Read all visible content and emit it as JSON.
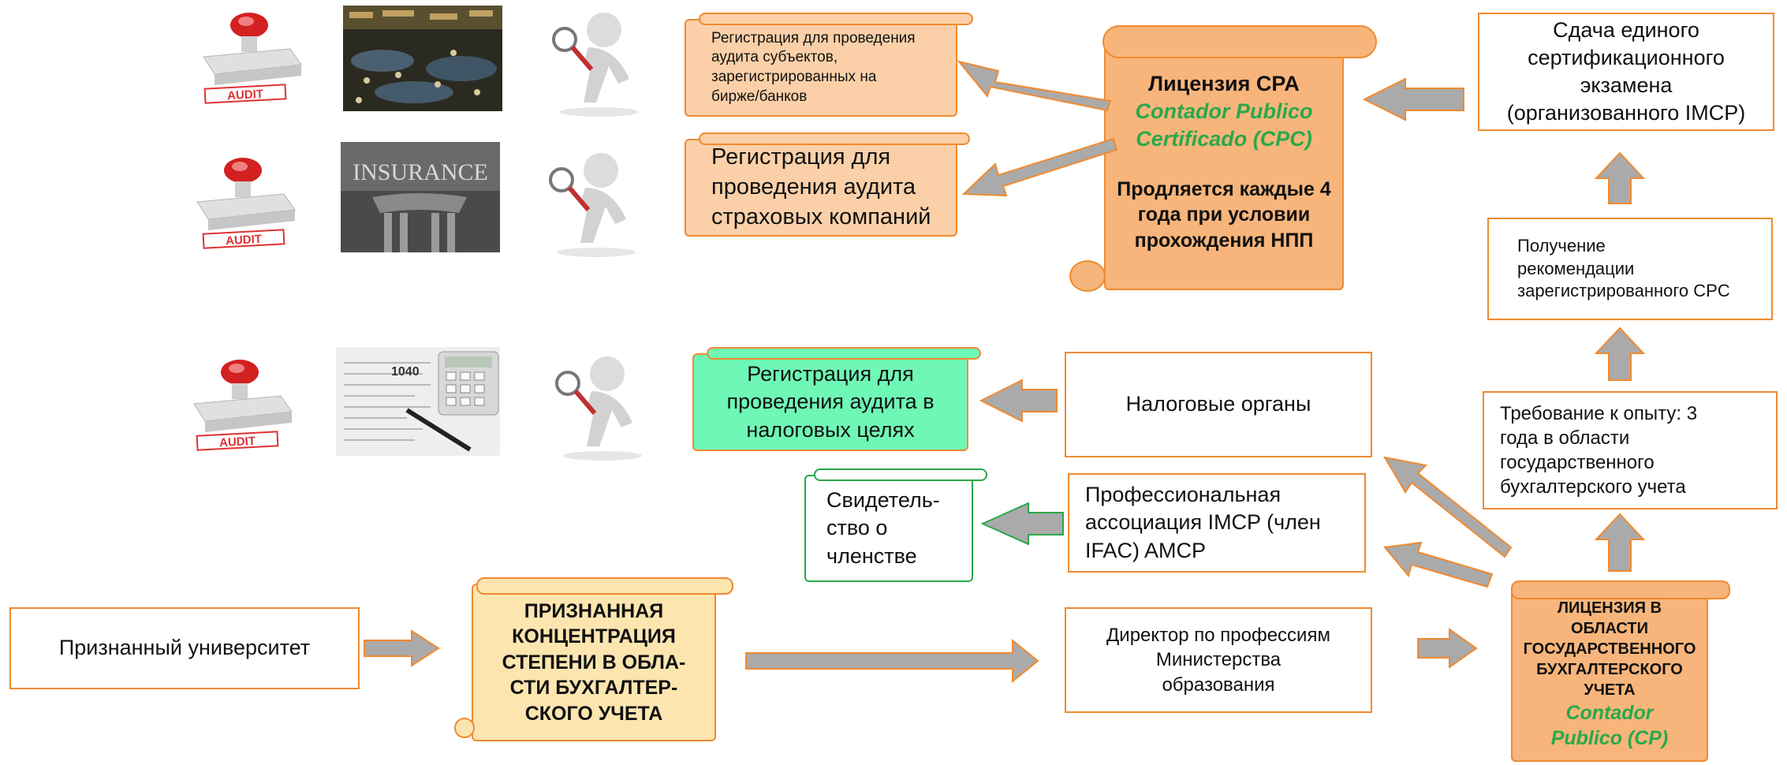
{
  "stamp_text": "AUDIT",
  "insurance_photo_text": "INSURANCE",
  "tax_form_text": "1040",
  "nodes": {
    "reg_stock": "Регистрация для проведения\nаудита субъектов,\nзарегистрированных на\nбирже/банков",
    "reg_insurance": "Регистрация для\nпроведения аудита\nстраховых компаний",
    "reg_tax": "Регистрация для\nпроведения аудита в\nналоговых целях",
    "cpa_title": "Лицензия CPA",
    "cpa_name": "Contador Publico\nCertificado (CPC)",
    "cpa_renew": "Продляется каждые 4\nгода при условии\nпрохождения НПП",
    "exam": "Сдача единого\nсертификационного\nэкзамена\n(организованного IMCP)",
    "recommendation": "Получение\nрекомендации\nзарегистрированного CPC",
    "experience": "Требование к опыту: 3\nгода в области\nгосударственного\nбухгалтерского учета",
    "tax_authorities": "Налоговые органы",
    "prof_assoc": "Профессиональная\nассоциация IMCP (член\nIFAC) AMCP",
    "membership": "Свидетель-\nство о\nчленстве",
    "university": "Признанный университет",
    "degree": "ПРИЗНАННАЯ\nКОНЦЕНТРАЦИЯ\nСТЕПЕНИ В ОБЛА-\nСТИ БУХГАЛТЕР-\nСКОГО УЧЕТА",
    "ministry": "Директор по профессиям\nМинистерства\nобразования",
    "cp_license_title": "ЛИЦЕНЗИЯ В\nОБЛАСТИ\nГОСУДАРСТВЕННОГО\nБУХГАЛТЕРСКОГО\nУЧЕТА",
    "cp_license_name": "Contador\nPublico (CP)"
  },
  "colors": {
    "orange_border": "#f08a30",
    "peach_fill": "#fbd0a8",
    "orange_fill": "#f7b57b",
    "yellow_fill": "#fde5b0",
    "green_fill": "#6ef7b5",
    "green_text": "#2aa84a",
    "arrow_gray": "#aaaaaa"
  }
}
